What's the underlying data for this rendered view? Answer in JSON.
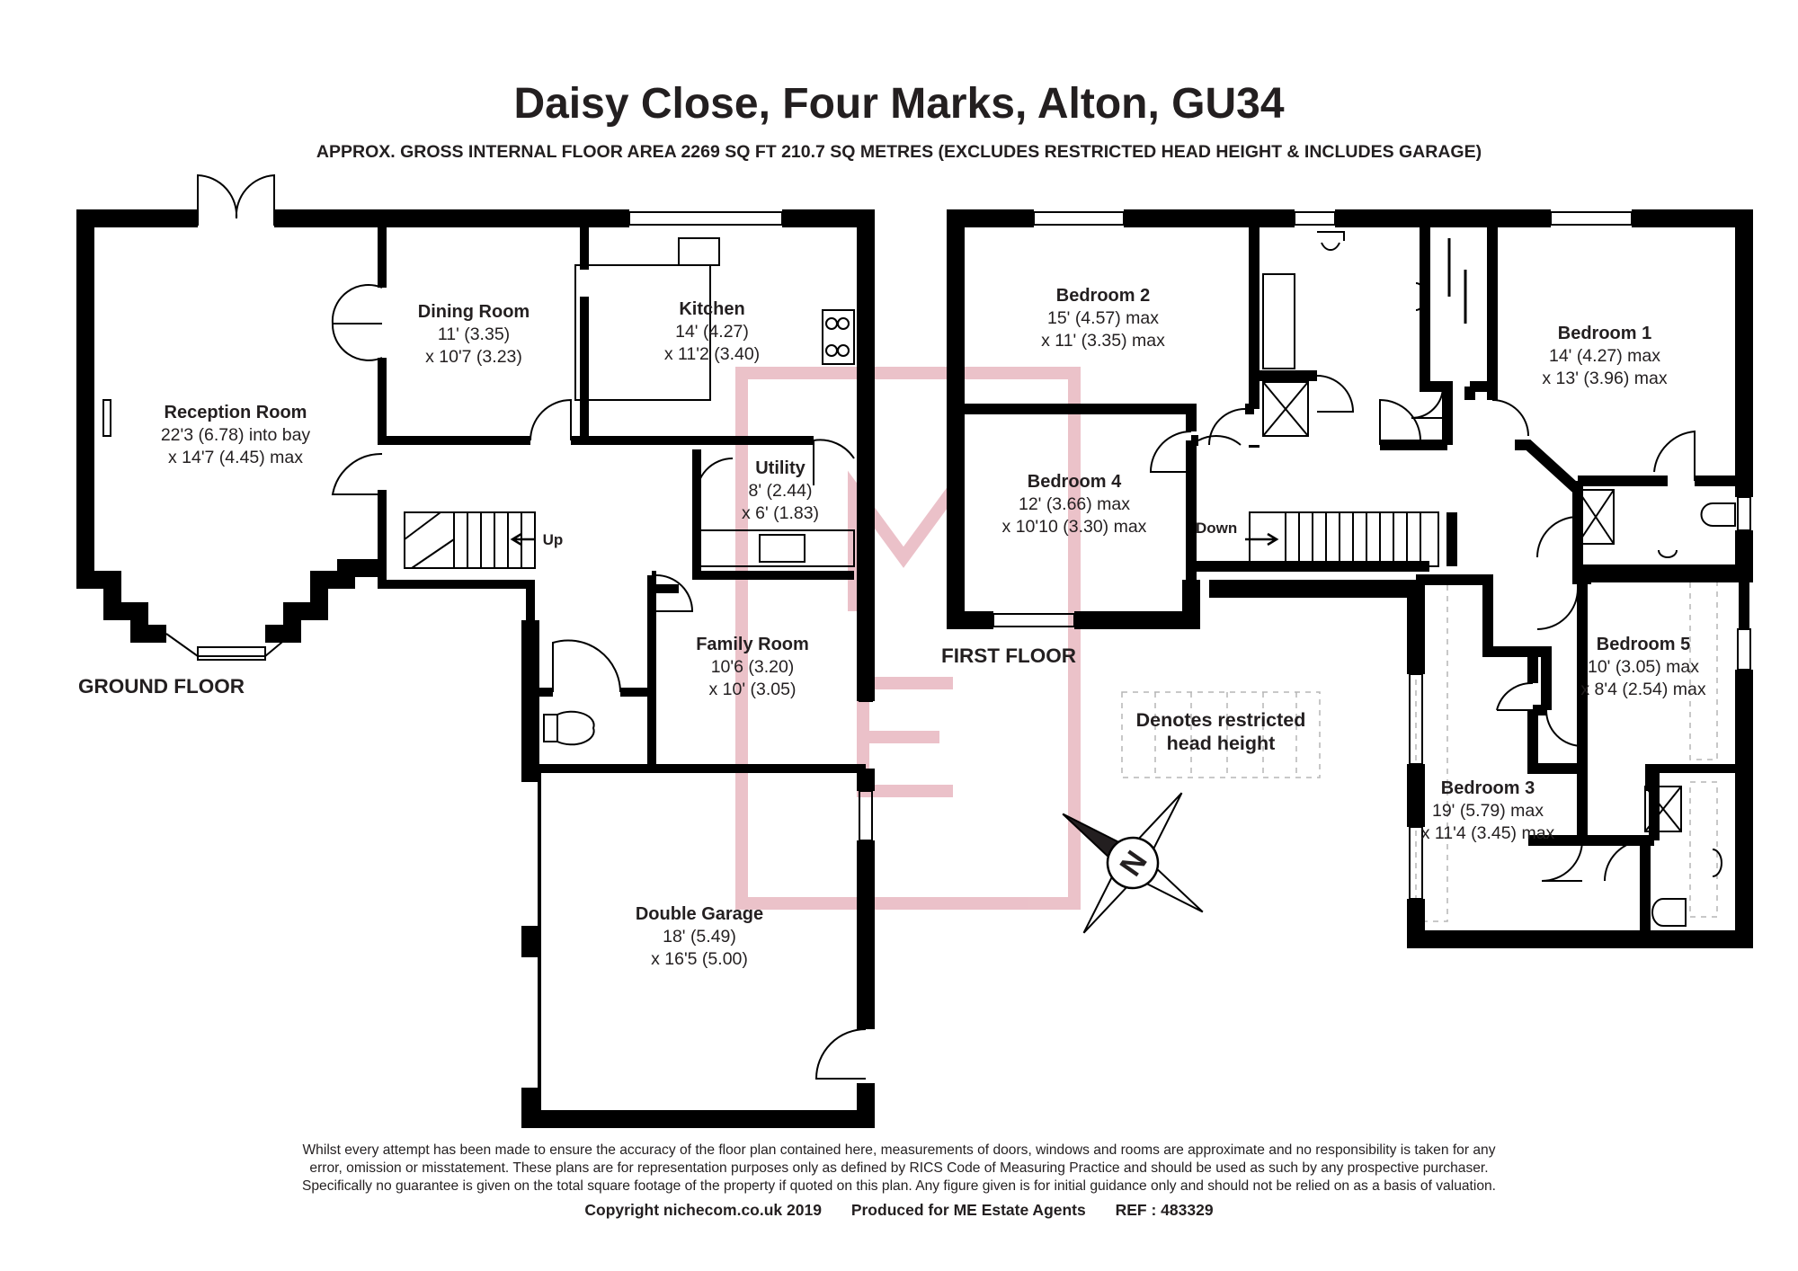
{
  "title": "Daisy Close, Four Marks, Alton, GU34",
  "subtitle": "APPROX. GROSS INTERNAL FLOOR AREA 2269 SQ FT 210.7 SQ METRES (EXCLUDES RESTRICTED HEAD HEIGHT & INCLUDES GARAGE)",
  "watermark": {
    "letters": [
      "M",
      "E"
    ],
    "color": "#e8b7c0"
  },
  "wall_color": "#000000",
  "floors": {
    "ground": {
      "label": "GROUND FLOOR",
      "stair_label": "Up",
      "rooms": {
        "reception": {
          "name": "Reception Room",
          "dim1": "22'3 (6.78) into bay",
          "dim2": "x 14'7 (4.45) max"
        },
        "dining": {
          "name": "Dining Room",
          "dim1": "11' (3.35)",
          "dim2": "x 10'7 (3.23)"
        },
        "kitchen": {
          "name": "Kitchen",
          "dim1": "14' (4.27)",
          "dim2": "x 11'2 (3.40)"
        },
        "utility": {
          "name": "Utility",
          "dim1": "8' (2.44)",
          "dim2": "x 6' (1.83)"
        },
        "family": {
          "name": "Family Room",
          "dim1": "10'6 (3.20)",
          "dim2": "x 10' (3.05)"
        },
        "garage": {
          "name": "Double Garage",
          "dim1": "18' (5.49)",
          "dim2": "x 16'5 (5.00)"
        }
      }
    },
    "first": {
      "label": "FIRST FLOOR",
      "stair_label": "Down",
      "rooms": {
        "bed1": {
          "name": "Bedroom 1",
          "dim1": "14' (4.27) max",
          "dim2": "x 13' (3.96) max"
        },
        "bed2": {
          "name": "Bedroom 2",
          "dim1": "15' (4.57) max",
          "dim2": "x 11' (3.35) max"
        },
        "bed3": {
          "name": "Bedroom 3",
          "dim1": "19' (5.79) max",
          "dim2": "x 11'4 (3.45) max"
        },
        "bed4": {
          "name": "Bedroom 4",
          "dim1": "12' (3.66) max",
          "dim2": "x 10'10 (3.30) max"
        },
        "bed5": {
          "name": "Bedroom 5",
          "dim1": "10' (3.05) max",
          "dim2": "x 8'4 (2.54) max"
        }
      }
    }
  },
  "legend": {
    "line1": "Denotes restricted",
    "line2": "head height"
  },
  "compass": {
    "letter": "N"
  },
  "disclaimer": {
    "line1": "Whilst every attempt has been made to ensure the accuracy of the floor plan contained here, measurements of doors, windows and rooms are approximate and no responsibility is taken for any",
    "line2": "error, omission or misstatement. These plans are for representation purposes only as defined by RICS Code of Measuring Practice and should be used as such by any prospective purchaser.",
    "line3": "Specifically no guarantee is given on the total square footage of the property if quoted on this plan. Any figure given is for initial guidance only and should not be relied on as a basis of valuation."
  },
  "footer": {
    "copyright": "Copyright nichecom.co.uk 2019",
    "produced": "Produced for ME Estate Agents",
    "ref": "REF : 483329"
  }
}
